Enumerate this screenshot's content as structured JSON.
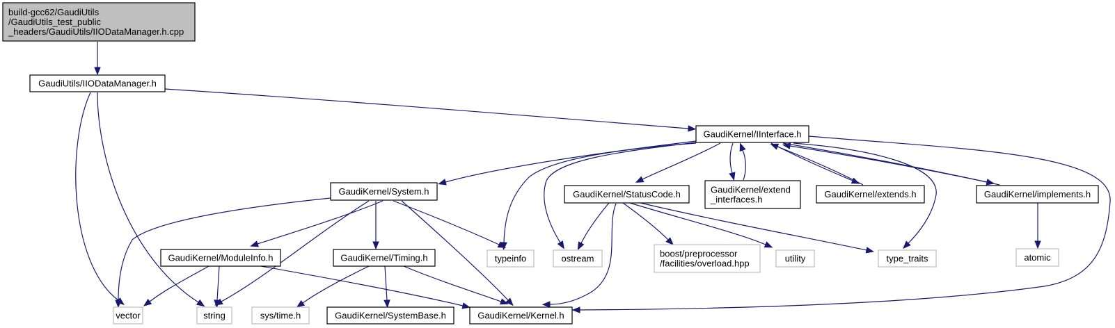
{
  "diagram": {
    "type": "include-dependency-graph",
    "colors": {
      "root_fill": "#bfbfbf",
      "documented_border": "#000000",
      "external_border": "#bfbfbf",
      "edge": "#191970"
    },
    "nodes": [
      {
        "id": "root",
        "kind": "root",
        "lines": [
          "build-gcc62/GaudiUtils",
          "/GaudiUtils_test_public",
          "_headers/GaudiUtils/IIODataManager.h.cpp"
        ]
      },
      {
        "id": "iiodm",
        "kind": "documented",
        "lines": [
          "GaudiUtils/IIODataManager.h"
        ]
      },
      {
        "id": "iinterface",
        "kind": "documented",
        "lines": [
          "GaudiKernel/IInterface.h"
        ]
      },
      {
        "id": "system",
        "kind": "documented",
        "lines": [
          "GaudiKernel/System.h"
        ]
      },
      {
        "id": "statuscode",
        "kind": "documented",
        "lines": [
          "GaudiKernel/StatusCode.h"
        ]
      },
      {
        "id": "extend_interfaces",
        "kind": "documented",
        "lines": [
          "GaudiKernel/extend",
          "_interfaces.h"
        ]
      },
      {
        "id": "extends",
        "kind": "documented",
        "lines": [
          "GaudiKernel/extends.h"
        ]
      },
      {
        "id": "implements",
        "kind": "documented",
        "lines": [
          "GaudiKernel/implements.h"
        ]
      },
      {
        "id": "moduleinfo",
        "kind": "documented",
        "lines": [
          "GaudiKernel/ModuleInfo.h"
        ]
      },
      {
        "id": "timing",
        "kind": "documented",
        "lines": [
          "GaudiKernel/Timing.h"
        ]
      },
      {
        "id": "typeinfo",
        "kind": "external",
        "lines": [
          "typeinfo"
        ]
      },
      {
        "id": "ostream",
        "kind": "external",
        "lines": [
          "ostream"
        ]
      },
      {
        "id": "boost_overload",
        "kind": "external",
        "lines": [
          "boost/preprocessor",
          "/facilities/overload.hpp"
        ]
      },
      {
        "id": "utility",
        "kind": "external",
        "lines": [
          "utility"
        ]
      },
      {
        "id": "type_traits",
        "kind": "external",
        "lines": [
          "type_traits"
        ]
      },
      {
        "id": "atomic",
        "kind": "external",
        "lines": [
          "atomic"
        ]
      },
      {
        "id": "vector",
        "kind": "external",
        "lines": [
          "vector"
        ]
      },
      {
        "id": "string",
        "kind": "external",
        "lines": [
          "string"
        ]
      },
      {
        "id": "systime",
        "kind": "external",
        "lines": [
          "sys/time.h"
        ]
      },
      {
        "id": "systembase",
        "kind": "documented",
        "lines": [
          "GaudiKernel/SystemBase.h"
        ]
      },
      {
        "id": "kernel",
        "kind": "documented",
        "lines": [
          "GaudiKernel/Kernel.h"
        ]
      }
    ],
    "edges": [
      {
        "from": "root",
        "to": "iiodm"
      },
      {
        "from": "iiodm",
        "to": "iinterface"
      },
      {
        "from": "iiodm",
        "to": "vector"
      },
      {
        "from": "iiodm",
        "to": "string"
      },
      {
        "from": "iinterface",
        "to": "system"
      },
      {
        "from": "iinterface",
        "to": "statuscode"
      },
      {
        "from": "iinterface",
        "to": "extend_interfaces"
      },
      {
        "from": "extend_interfaces",
        "to": "iinterface"
      },
      {
        "from": "extends",
        "to": "iinterface"
      },
      {
        "from": "iinterface",
        "to": "extends"
      },
      {
        "from": "implements",
        "to": "iinterface"
      },
      {
        "from": "iinterface",
        "to": "implements"
      },
      {
        "from": "iinterface",
        "to": "typeinfo"
      },
      {
        "from": "iinterface",
        "to": "ostream"
      },
      {
        "from": "iinterface",
        "to": "type_traits"
      },
      {
        "from": "iinterface",
        "to": "kernel"
      },
      {
        "from": "system",
        "to": "moduleinfo"
      },
      {
        "from": "system",
        "to": "timing"
      },
      {
        "from": "system",
        "to": "typeinfo"
      },
      {
        "from": "system",
        "to": "vector"
      },
      {
        "from": "system",
        "to": "string"
      },
      {
        "from": "system",
        "to": "kernel"
      },
      {
        "from": "statuscode",
        "to": "ostream"
      },
      {
        "from": "statuscode",
        "to": "boost_overload"
      },
      {
        "from": "statuscode",
        "to": "utility"
      },
      {
        "from": "statuscode",
        "to": "type_traits"
      },
      {
        "from": "statuscode",
        "to": "kernel"
      },
      {
        "from": "implements",
        "to": "atomic"
      },
      {
        "from": "moduleinfo",
        "to": "vector"
      },
      {
        "from": "moduleinfo",
        "to": "string"
      },
      {
        "from": "moduleinfo",
        "to": "kernel"
      },
      {
        "from": "timing",
        "to": "systime"
      },
      {
        "from": "timing",
        "to": "systembase"
      },
      {
        "from": "timing",
        "to": "kernel"
      }
    ]
  }
}
